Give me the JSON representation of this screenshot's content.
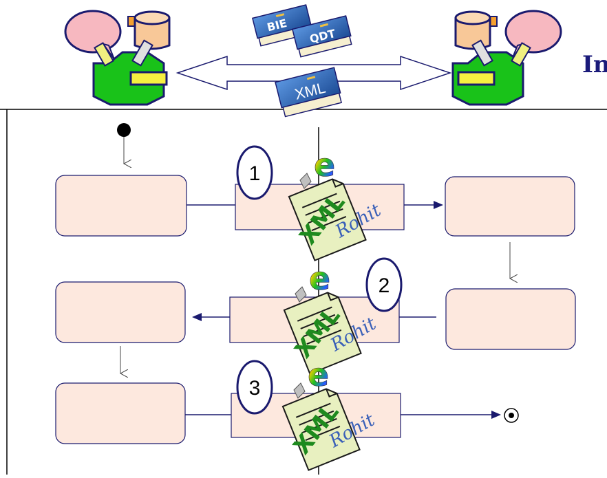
{
  "title_fragment": "In",
  "books": {
    "bie": "BIE",
    "qdt": "QDT",
    "xml": "XML"
  },
  "steps": [
    {
      "number": "1"
    },
    {
      "number": "2"
    },
    {
      "number": "3"
    }
  ],
  "document_icon": {
    "badge_letter": "e",
    "doc_label": "XML",
    "signature": "Rohit"
  },
  "colors": {
    "box_fill": "#fde8de",
    "arrow": "#1f1f6e",
    "book": "#2d68b8",
    "doc_fill": "#e8f0c0",
    "xml_green": "#1e8a1e",
    "agent_green": "#19c219",
    "bubble_pink": "#f7b8c0",
    "cylinder": "#f8c898",
    "circle_stroke": "#1a1a6e"
  }
}
